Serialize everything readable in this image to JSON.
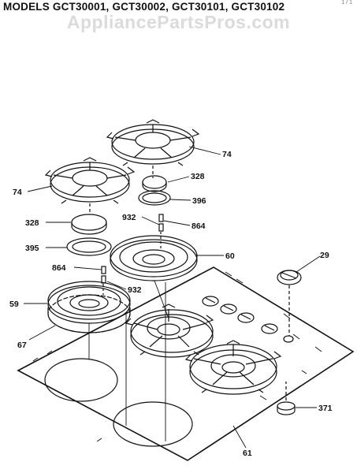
{
  "header": {
    "title": "MODELS GCT30001, GCT30002, GCT30101, GCT30102",
    "page_ref": "1 / 1",
    "watermark": "AppliancePartsPros.com"
  },
  "callouts": {
    "grate_right": "74",
    "grate_left": "74",
    "cap_right": "328",
    "cap_left": "328",
    "ring_right": "396",
    "ring_left": "395",
    "screw_right": "932",
    "screw_left": "932",
    "orifice_right": "864",
    "orifice_left": "864",
    "bowl_right": "60",
    "bowl_left": "59",
    "bowl_trim": "67",
    "knob": "29",
    "foot": "371",
    "cooktop": "61"
  }
}
